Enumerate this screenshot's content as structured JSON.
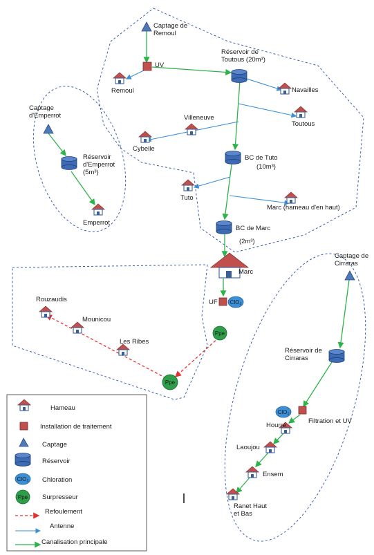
{
  "nodes": {
    "captage_remoul": "Captage de\nRemoul",
    "uv": "UV",
    "remoul": "Remoul",
    "reservoir_toutous": "Réservoir de\nToutous (20m³)",
    "navailles": "Navailles",
    "toutous": "Toutous",
    "villeneuve": "Villeneuve",
    "cybelle": "Cybelle",
    "bc_tuto": "BC de Tuto",
    "bc_tuto_vol": "(10m³)",
    "tuto": "Tuto",
    "marc_haut": "Marc (hameau d'en haut)",
    "bc_marc": "BC de Marc",
    "bc_marc_vol": "(2m³)",
    "marc": "Marc",
    "uf": "UF",
    "clo2": "ClO₂",
    "ppe": "Ppe",
    "captage_emperrot": "Captage\nd'Emperrot",
    "reservoir_emperrot": "Réservoir\nd'Emperrot\n(5m³)",
    "emperrot": "Emperrot",
    "rouzaudis": "Rouzaudis",
    "mounicou": "Mounicou",
    "les_ribes": "Les Ribes",
    "captage_cirraras": "Captage de\nCirraras",
    "reservoir_cirraras": "Réservoir de\nCirraras",
    "filtration_uv": "Filtration et UV",
    "hourre": "Hourré",
    "laoujou": "Laoujou",
    "ensem": "Ensem",
    "ranet": "Ranet Haut\net Bas"
  },
  "legend": [
    {
      "symbol": "hameau-icon",
      "label": "Hameau"
    },
    {
      "symbol": "treatment-icon",
      "label": "Installation de traitement"
    },
    {
      "symbol": "captage-icon",
      "label": "Captage"
    },
    {
      "symbol": "reservoir-icon",
      "label": "Réservoir"
    },
    {
      "symbol": "chloration-icon",
      "label": "Chloration"
    },
    {
      "symbol": "surpresseur-icon",
      "label": "Surpresseur"
    },
    {
      "symbol": "refoulement-line",
      "label": "Refoulement"
    },
    {
      "symbol": "antenne-line",
      "label": "Antenne"
    },
    {
      "symbol": "canalisation-line",
      "label": "Canalisation principale"
    }
  ],
  "colors": {
    "main_pipe": "#2db34a",
    "antenna": "#3b8fd6",
    "refoulement": "#e03030",
    "zone_border": "#3a5fa8",
    "hamlet_roof": "#c0504d"
  }
}
